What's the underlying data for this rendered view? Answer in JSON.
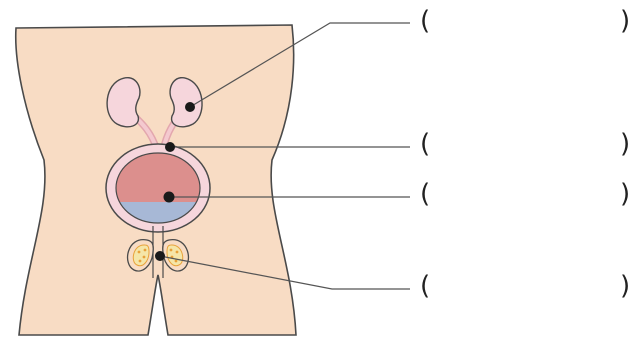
{
  "figure": {
    "type": "anatomy-label-worksheet",
    "colors": {
      "skin": "#f8dcc4",
      "outline": "#4a4a4a",
      "kidney": "#f6d6dc",
      "ureter": "#f4c9cf",
      "bladder_wall": "#f6d6dc",
      "bladder_upper": "#dc8f8d",
      "bladder_lower": "#a7b8d6",
      "gland": "#f5e6a8",
      "gland_dots": "#e8a23a",
      "leader_line": "#555555",
      "dot": "#1a1a1a"
    },
    "blanks": [
      {
        "name": "blank-1",
        "open": "(",
        "close": ")",
        "answer": ""
      },
      {
        "name": "blank-2",
        "open": "(",
        "close": ")",
        "answer": ""
      },
      {
        "name": "blank-3",
        "open": "(",
        "close": ")",
        "answer": ""
      },
      {
        "name": "blank-4",
        "open": "(",
        "close": ")",
        "answer": ""
      }
    ]
  }
}
